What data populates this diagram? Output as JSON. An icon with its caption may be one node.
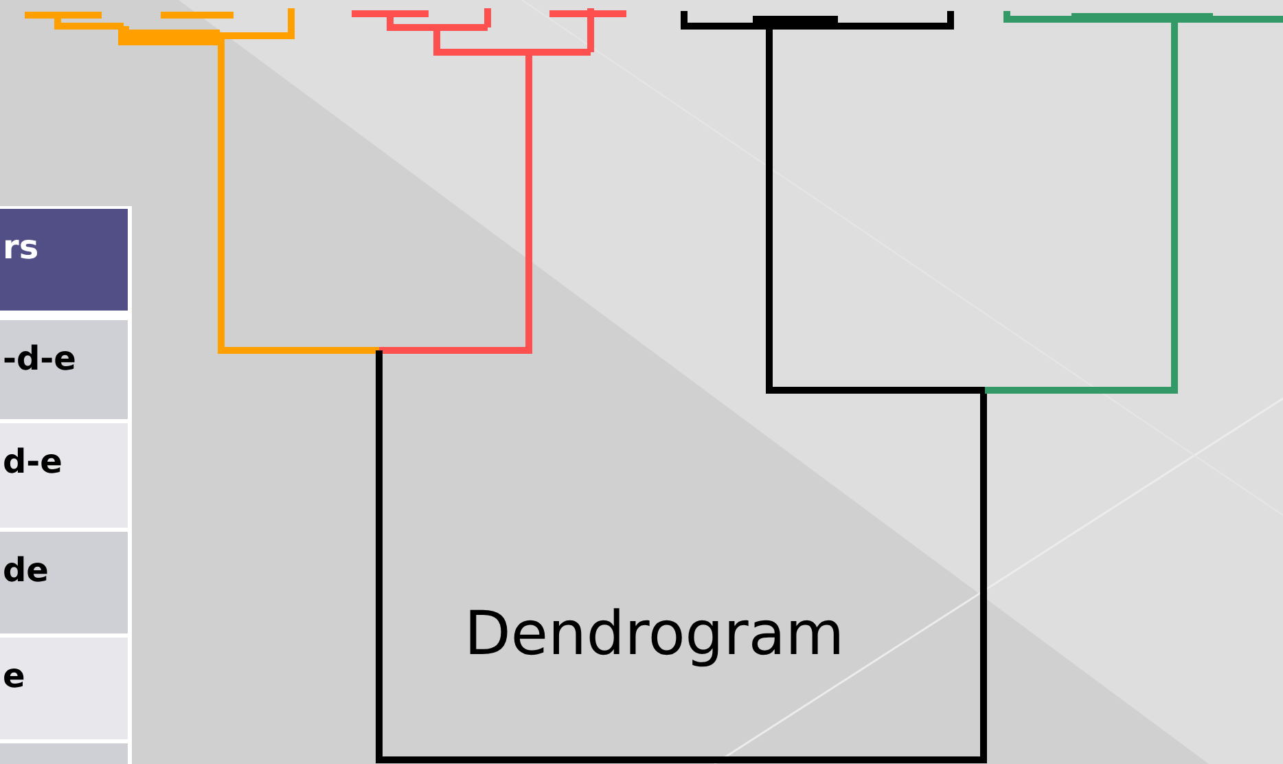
{
  "diagram": {
    "labels": [
      "rs",
      "-d-e",
      "d-e",
      "de",
      "e",
      "Dendrogram"
    ]
  }
}
